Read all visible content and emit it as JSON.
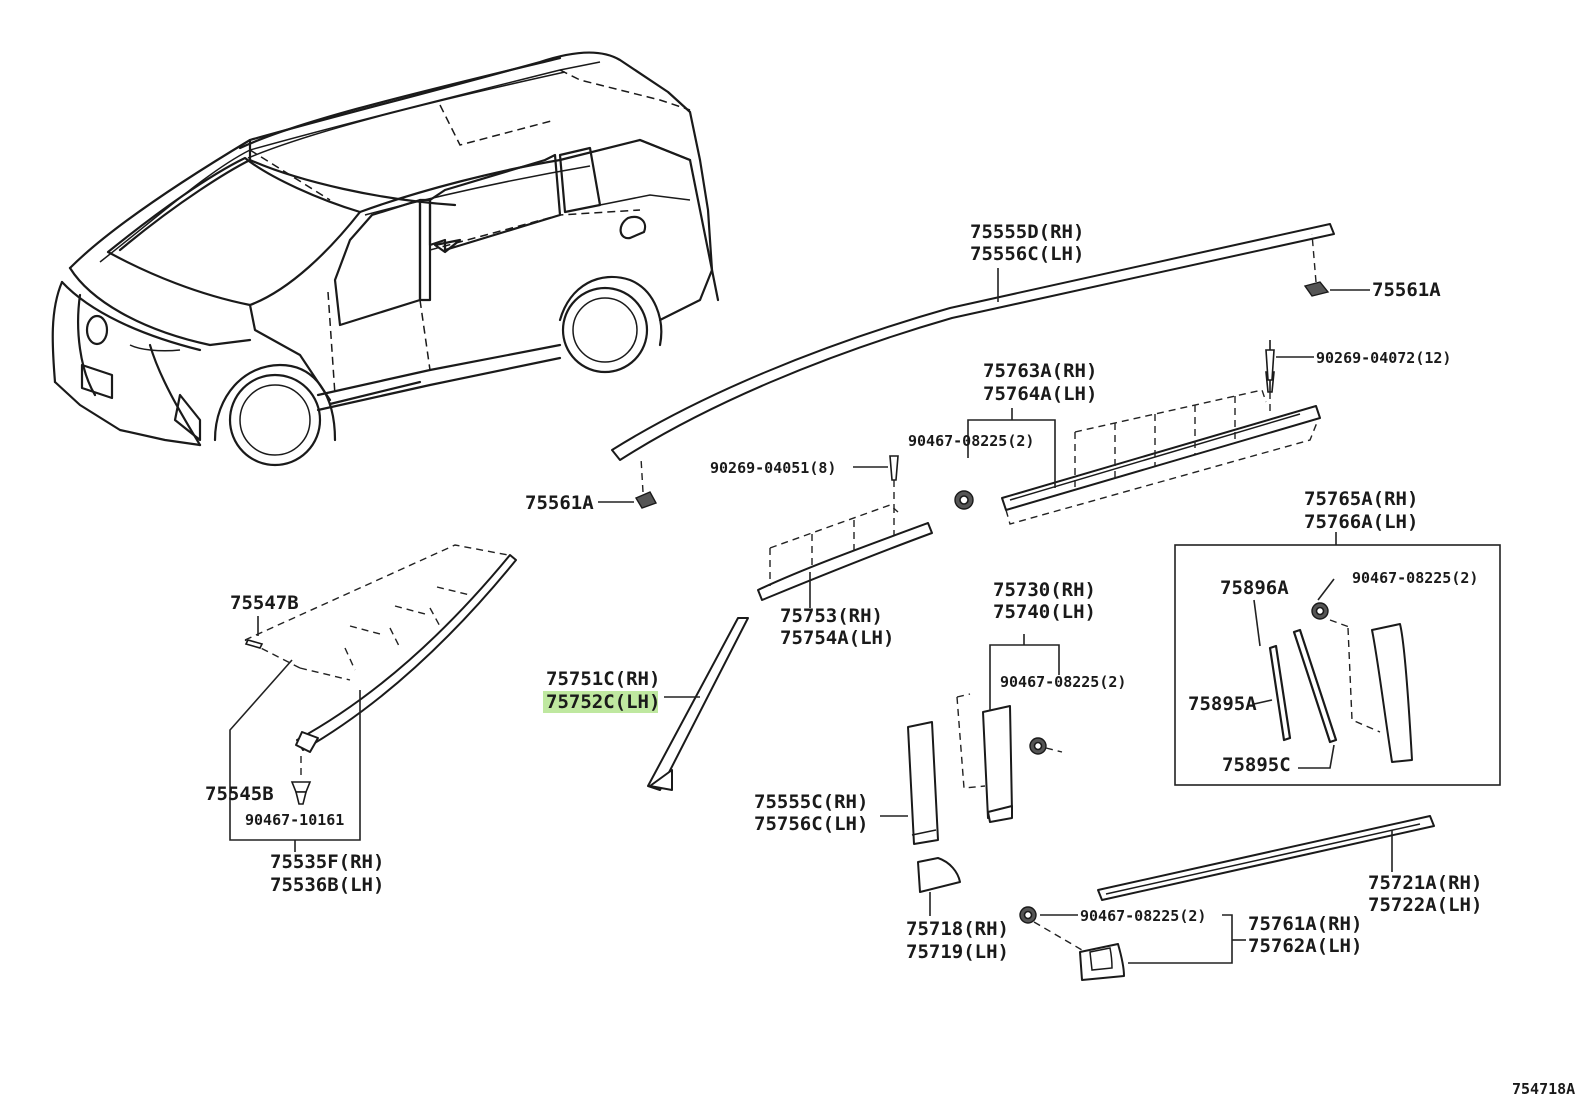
{
  "labels": {
    "p75555D": "75555D(RH)",
    "p75556C": "75556C(LH)",
    "p75561A_top": "75561A",
    "p90269_04072": "90269-04072(12)",
    "p75763A": "75763A(RH)",
    "p75764A": "75764A(LH)",
    "p90467_08225_a": "90467-08225(2)",
    "p90269_04051": "90269-04051(8)",
    "p75561A_left": "75561A",
    "p75765A": "75765A(RH)",
    "p75766A": "75766A(LH)",
    "p75896A": "75896A",
    "p90467_08225_b": "90467-08225(2)",
    "p75895A": "75895A",
    "p75895C": "75895C",
    "p75547B": "75547B",
    "p75753": "75753(RH)",
    "p75754A": "75754A(LH)",
    "p75730": "75730(RH)",
    "p75740": "75740(LH)",
    "p90467_08225_c": "90467-08225(2)",
    "p75751C": "75751C(RH)",
    "p75752C": "75752C(LH)",
    "p75545B": "75545B",
    "p90467_10161": "90467-10161",
    "p75535F": "75535F(RH)",
    "p75536B": "75536B(LH)",
    "p75555C": "75555C(RH)",
    "p75556C_2": "75756C(LH)",
    "p75721A": "75721A(RH)",
    "p75722A": "75722A(LH)",
    "p90467_08225_d": "90467-08225(2)",
    "p75761A": "75761A(RH)",
    "p75762A": "75762A(LH)",
    "p75718": "75718(RH)",
    "p75719": "75719(LH)",
    "diagram_id": "754718A"
  },
  "highlight": {
    "color": "#bfe8a0"
  }
}
